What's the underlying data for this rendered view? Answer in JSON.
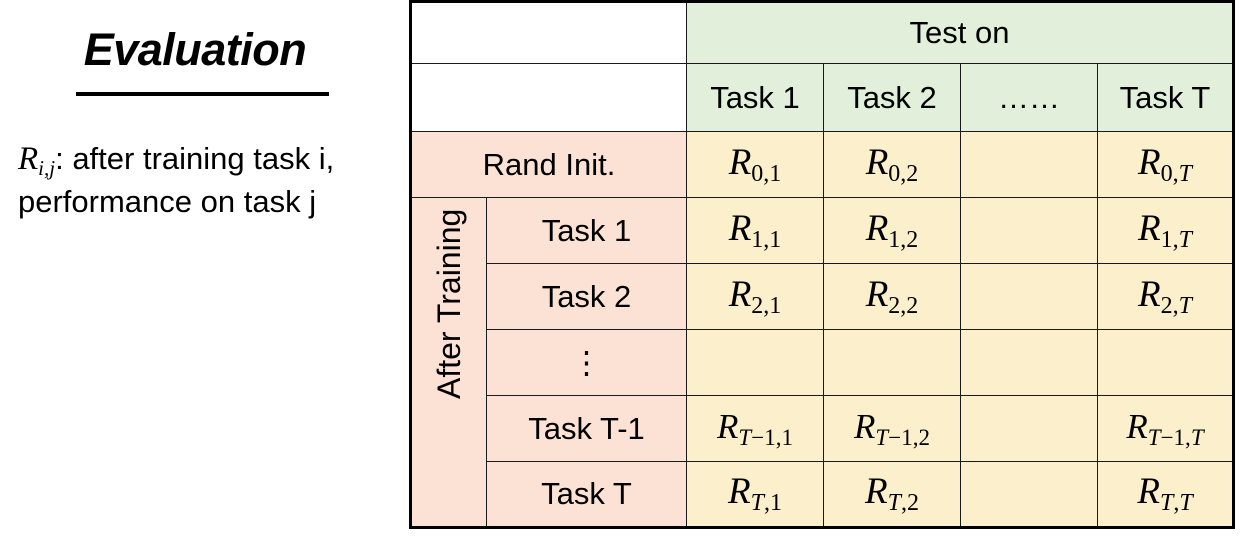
{
  "slide": {
    "title": "Evaluation",
    "note_prefix": "R",
    "note_subscript": "i,j",
    "note_body": ": after training task i, performance on task j"
  },
  "colors": {
    "header_green": "#E2EFDA",
    "label_peach": "#FBE2D5",
    "data_yellow": "#FCEFCB",
    "border": "#1a1a1a",
    "text": "#000000"
  },
  "table": {
    "corner_blank": "",
    "test_on_header": "Test on",
    "column_headers": [
      "Task 1",
      "Task 2",
      "……",
      "Task T"
    ],
    "row_group_label": "After Training",
    "rows": [
      {
        "label": "Rand Init.",
        "label_spans_group": true,
        "cells": [
          {
            "base": "R",
            "sub": "0,1",
            "sub_italic_tail": ""
          },
          {
            "base": "R",
            "sub": "0,2",
            "sub_italic_tail": ""
          },
          {
            "base": "",
            "sub": "",
            "sub_italic_tail": ""
          },
          {
            "base": "R",
            "sub": "0,",
            "sub_italic_tail": "T"
          }
        ]
      },
      {
        "label": "Task 1",
        "label_spans_group": false,
        "cells": [
          {
            "base": "R",
            "sub": "1,1",
            "sub_italic_tail": ""
          },
          {
            "base": "R",
            "sub": "1,2",
            "sub_italic_tail": ""
          },
          {
            "base": "",
            "sub": "",
            "sub_italic_tail": ""
          },
          {
            "base": "R",
            "sub": "1,",
            "sub_italic_tail": "T"
          }
        ]
      },
      {
        "label": "Task 2",
        "label_spans_group": false,
        "cells": [
          {
            "base": "R",
            "sub": "2,1",
            "sub_italic_tail": ""
          },
          {
            "base": "R",
            "sub": "2,2",
            "sub_italic_tail": ""
          },
          {
            "base": "",
            "sub": "",
            "sub_italic_tail": ""
          },
          {
            "base": "R",
            "sub": "2,",
            "sub_italic_tail": "T"
          }
        ]
      },
      {
        "label": "⋮",
        "label_spans_group": false,
        "cells": [
          {
            "base": "",
            "sub": "",
            "sub_italic_tail": ""
          },
          {
            "base": "",
            "sub": "",
            "sub_italic_tail": ""
          },
          {
            "base": "",
            "sub": "",
            "sub_italic_tail": ""
          },
          {
            "base": "",
            "sub": "",
            "sub_italic_tail": ""
          }
        ]
      },
      {
        "label": "Task T-1",
        "label_spans_group": false,
        "cells": [
          {
            "base": "R",
            "sub": "−1,1",
            "sub_italic_tail": "",
            "sub_italic_head": "T"
          },
          {
            "base": "R",
            "sub": "−1,2",
            "sub_italic_tail": "",
            "sub_italic_head": "T"
          },
          {
            "base": "",
            "sub": "",
            "sub_italic_tail": ""
          },
          {
            "base": "R",
            "sub": "−1,",
            "sub_italic_tail": "T",
            "sub_italic_head": "T"
          }
        ]
      },
      {
        "label": "Task T",
        "label_spans_group": false,
        "cells": [
          {
            "base": "R",
            "sub": ",1",
            "sub_italic_tail": "",
            "sub_italic_head": "T"
          },
          {
            "base": "R",
            "sub": ",2",
            "sub_italic_tail": "",
            "sub_italic_head": "T"
          },
          {
            "base": "",
            "sub": "",
            "sub_italic_tail": ""
          },
          {
            "base": "R",
            "sub": ",",
            "sub_italic_tail": "T",
            "sub_italic_head": "T"
          }
        ]
      }
    ]
  }
}
